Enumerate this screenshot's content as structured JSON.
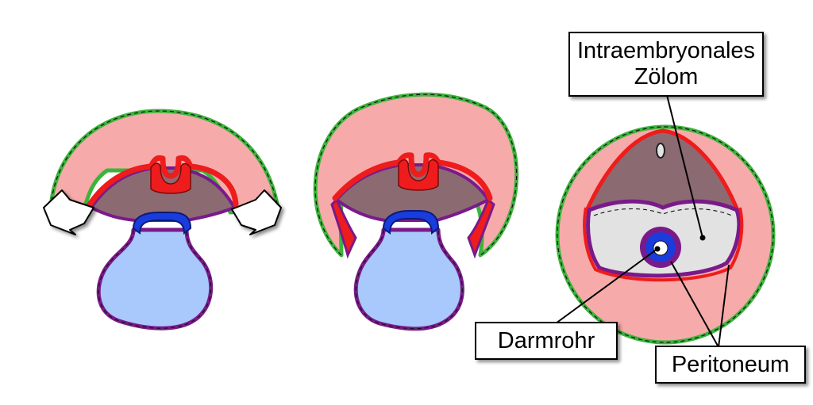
{
  "labels": {
    "zolom_line1": "Intraembryonales",
    "zolom_line2": "Zölom",
    "darmrohr": "Darmrohr",
    "peritoneum": "Peritoneum"
  },
  "colors": {
    "ectoderm_outline": "#3cb43c",
    "mesenchyme_pink": "#f6aaaa",
    "neural_red": "#ee1c1c",
    "somite_mauve": "#8b6a72",
    "mesoderm_purple": "#7a1a8a",
    "endoderm_blue": "#1a3cdc",
    "yolk_sac_lightblue": "#a9c8fb",
    "coelom_grey": "#e2e2e2",
    "arrow_fill": "#ffffff"
  }
}
